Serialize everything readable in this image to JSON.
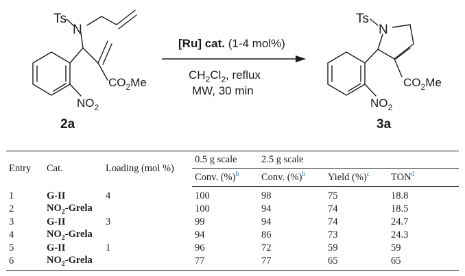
{
  "scheme": {
    "reactant_label": "2a",
    "product_label": "3a",
    "catalyst_bold": "[Ru] cat.",
    "catalyst_loading": " (1-4 mol%)",
    "solvent_base": "CH",
    "solvent_sub1": "2",
    "solvent_mid": "Cl",
    "solvent_sub2": "2",
    "solvent_tail": ", reflux",
    "conditions_line2": "MW, 30 min",
    "ts_label": "Ts",
    "n_label": "N",
    "ester_co": "CO",
    "ester_sub": "2",
    "ester_me": "Me",
    "nitro_no": "NO",
    "nitro_sub": "2"
  },
  "table": {
    "headers": {
      "entry": "Entry",
      "cat": "Cat.",
      "loading": "Loading (mol %)",
      "scale_small": "0.5 g scale",
      "scale_large": "2.5 g scale",
      "conv_small": "Conv. (%)",
      "conv_large": "Conv. (%)",
      "yield": "Yield (%)",
      "ton": "TON"
    },
    "notes": {
      "conv_small": "b",
      "conv_large": "b",
      "yield": "c",
      "ton": "d"
    },
    "rows": [
      {
        "entry": "1",
        "cat": "G-II",
        "loading": "4",
        "conv_small": "100",
        "conv_large": "98",
        "yield": "75",
        "ton": "18.8"
      },
      {
        "entry": "2",
        "cat": "NO",
        "loading": "",
        "conv_small": "100",
        "conv_large": "94",
        "yield": "74",
        "ton": "18.5"
      },
      {
        "entry": "3",
        "cat": "G-II",
        "loading": "3",
        "conv_small": "99",
        "conv_large": "94",
        "yield": "74",
        "ton": "24.7"
      },
      {
        "entry": "4",
        "cat": "NO",
        "loading": "",
        "conv_small": "94",
        "conv_large": "86",
        "yield": "73",
        "ton": "24.3"
      },
      {
        "entry": "5",
        "cat": "G-II",
        "loading": "1",
        "conv_small": "96",
        "conv_large": "72",
        "yield": "59",
        "ton": "59"
      },
      {
        "entry": "6",
        "cat": "NO",
        "loading": "",
        "conv_small": "77",
        "conv_large": "77",
        "yield": "65",
        "ton": "65"
      }
    ],
    "grela_sub": "2",
    "grela_suffix": "-Grela"
  }
}
